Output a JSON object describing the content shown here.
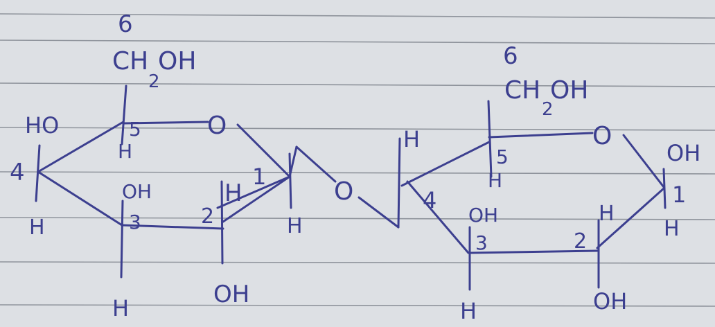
{
  "page": {
    "paper_color": "#dde0e4",
    "ruling_color": "#8e939b",
    "ink_color": "#3c3f8f"
  },
  "left_ring": {
    "c6_number": "6",
    "c6_group": "CH",
    "c6_group_oh": "OH",
    "c6_subscript": "2",
    "ring_oxygen": "O",
    "c4_substituent": "HO",
    "c5_number": "5",
    "c5_h": "H",
    "c4_number": "4",
    "c4_h": "H",
    "c3_oh": "OH",
    "c3_number": "3",
    "c3_h": "H",
    "c2_number": "2",
    "c2_h": "H",
    "c2_oh": "OH",
    "c1_number": "1",
    "c1_h": "H"
  },
  "glycosidic_oxygen": "O",
  "right_ring": {
    "c6_number": "6",
    "c6_group": "CH",
    "c6_group_oh": "OH",
    "c6_subscript": "2",
    "ring_oxygen": "O",
    "c4_h": "H",
    "c4_number": "4",
    "c5_number": "5",
    "c5_h": "H",
    "c3_oh": "OH",
    "c3_number": "3",
    "c3_h": "H",
    "c2_number": "2",
    "c2_h": "H",
    "c2_oh": "OH",
    "c1_oh": "OH",
    "c1_number": "1",
    "c1_h": "H"
  }
}
